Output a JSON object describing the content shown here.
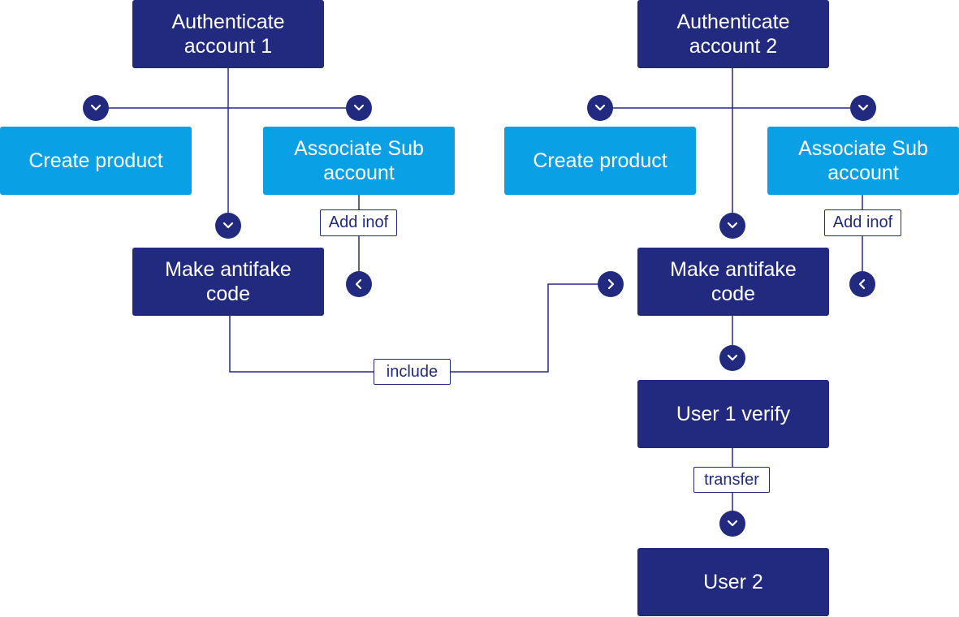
{
  "colors": {
    "dark_node": "#222a80",
    "light_node": "#0aa0e6",
    "connector": "#222a80"
  },
  "nodes": {
    "auth1": "Authenticate\naccount 1",
    "auth2": "Authenticate\naccount 2",
    "create1": "Create product",
    "create2": "Create product",
    "assoc1": "Associate Sub\naccount",
    "assoc2": "Associate Sub\naccount",
    "antifake1": "Make antifake\ncode",
    "antifake2": "Make antifake\ncode",
    "verify": "User 1 verify",
    "user2": "User 2"
  },
  "edge_labels": {
    "add_inof_1": "Add inof",
    "add_inof_2": "Add inof",
    "include": "include",
    "transfer": "transfer"
  },
  "icons": {
    "down": "chevron-down-icon",
    "left": "chevron-left-icon",
    "right": "chevron-right-icon"
  }
}
